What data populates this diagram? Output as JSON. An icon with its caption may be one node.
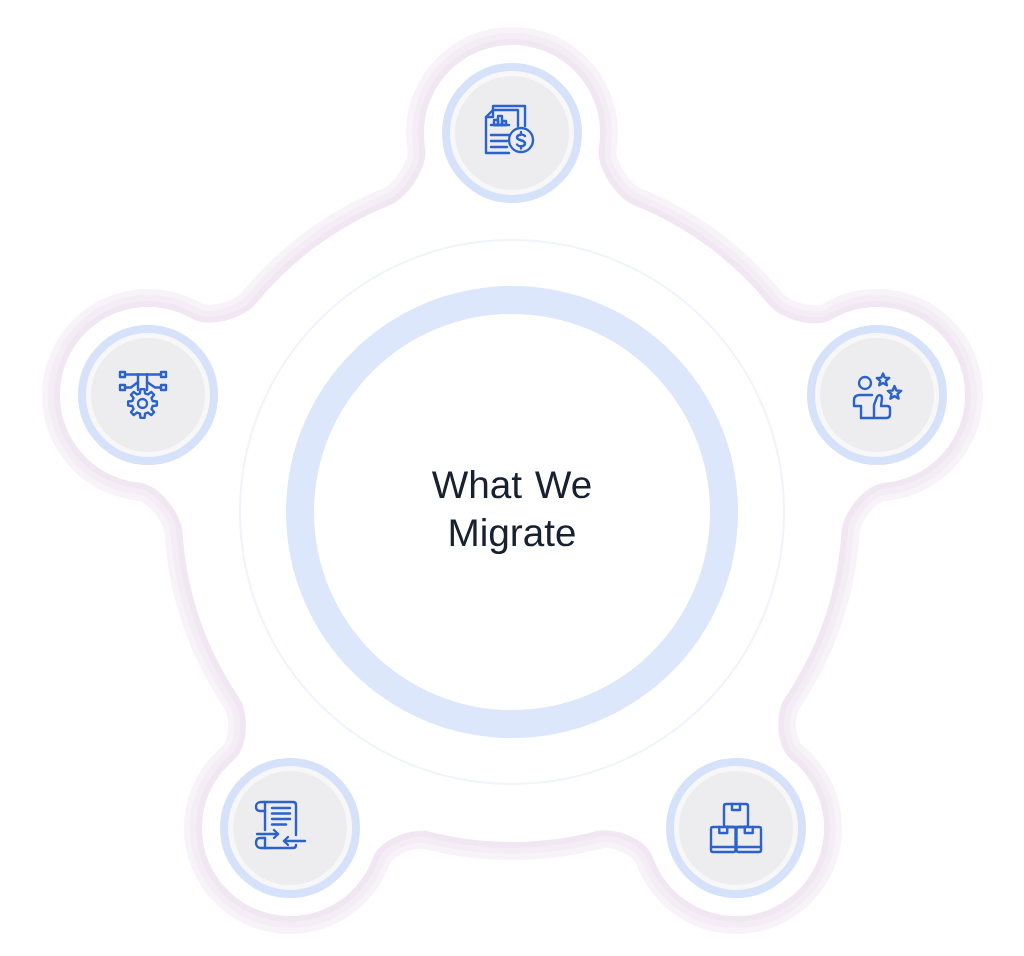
{
  "diagram": {
    "nodes": [
      {
        "text": [
          "What We Migrate"
        ]
      },
      {
        "text": [],
        "shape": "circle"
      },
      {
        "text": [],
        "shape": "circle"
      },
      {
        "text": [],
        "shape": "circle"
      },
      {
        "text": [],
        "shape": "circle"
      },
      {
        "text": [],
        "shape": "circle"
      }
    ]
  }
}
